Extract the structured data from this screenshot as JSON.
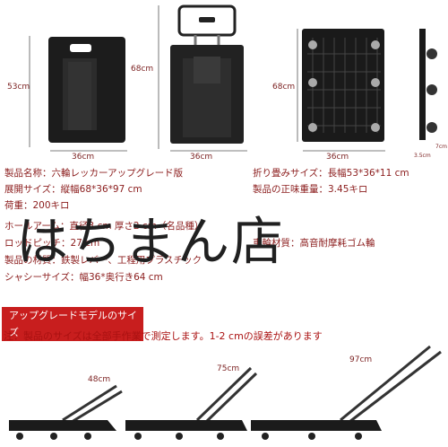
{
  "dimensions": {
    "d1_height": "53cm",
    "d1_width": "36cm",
    "d2_height": "68cm",
    "d2_width": "36cm",
    "d3_height": "68cm",
    "d3_width": "36cm",
    "d4_depth": "3.5cm",
    "d4_small": "7cm"
  },
  "specs_left": [
    "製品名称：六輪レッカーアップグレード版",
    "展開サイズ：縦幅68*36*97 cm",
    "荷重：200キロ",
    "ホールアーム：直径3 cm 厚さ2 cm（名品種）",
    "ロッドピッチ：27 cm",
    "製品の材質：鉄製レバー、工程用プラスチック",
    "シャシーサイズ：幅36*奥行き64 cm"
  ],
  "specs_right": [
    "折り畳みサイズ：長幅53*36*11 cm",
    "製品の正味重量：3.45キロ",
    "車輪材質：高音耐摩耗ゴム輪"
  ],
  "watermark": "はちまん店",
  "banner": "アップグレードモデルのサイズ",
  "note": "注：製品のサイズは全部手作業で測定します。1-2 cmの誤差があります",
  "extended": {
    "a": "48cm",
    "b": "75cm",
    "c": "97cm"
  }
}
